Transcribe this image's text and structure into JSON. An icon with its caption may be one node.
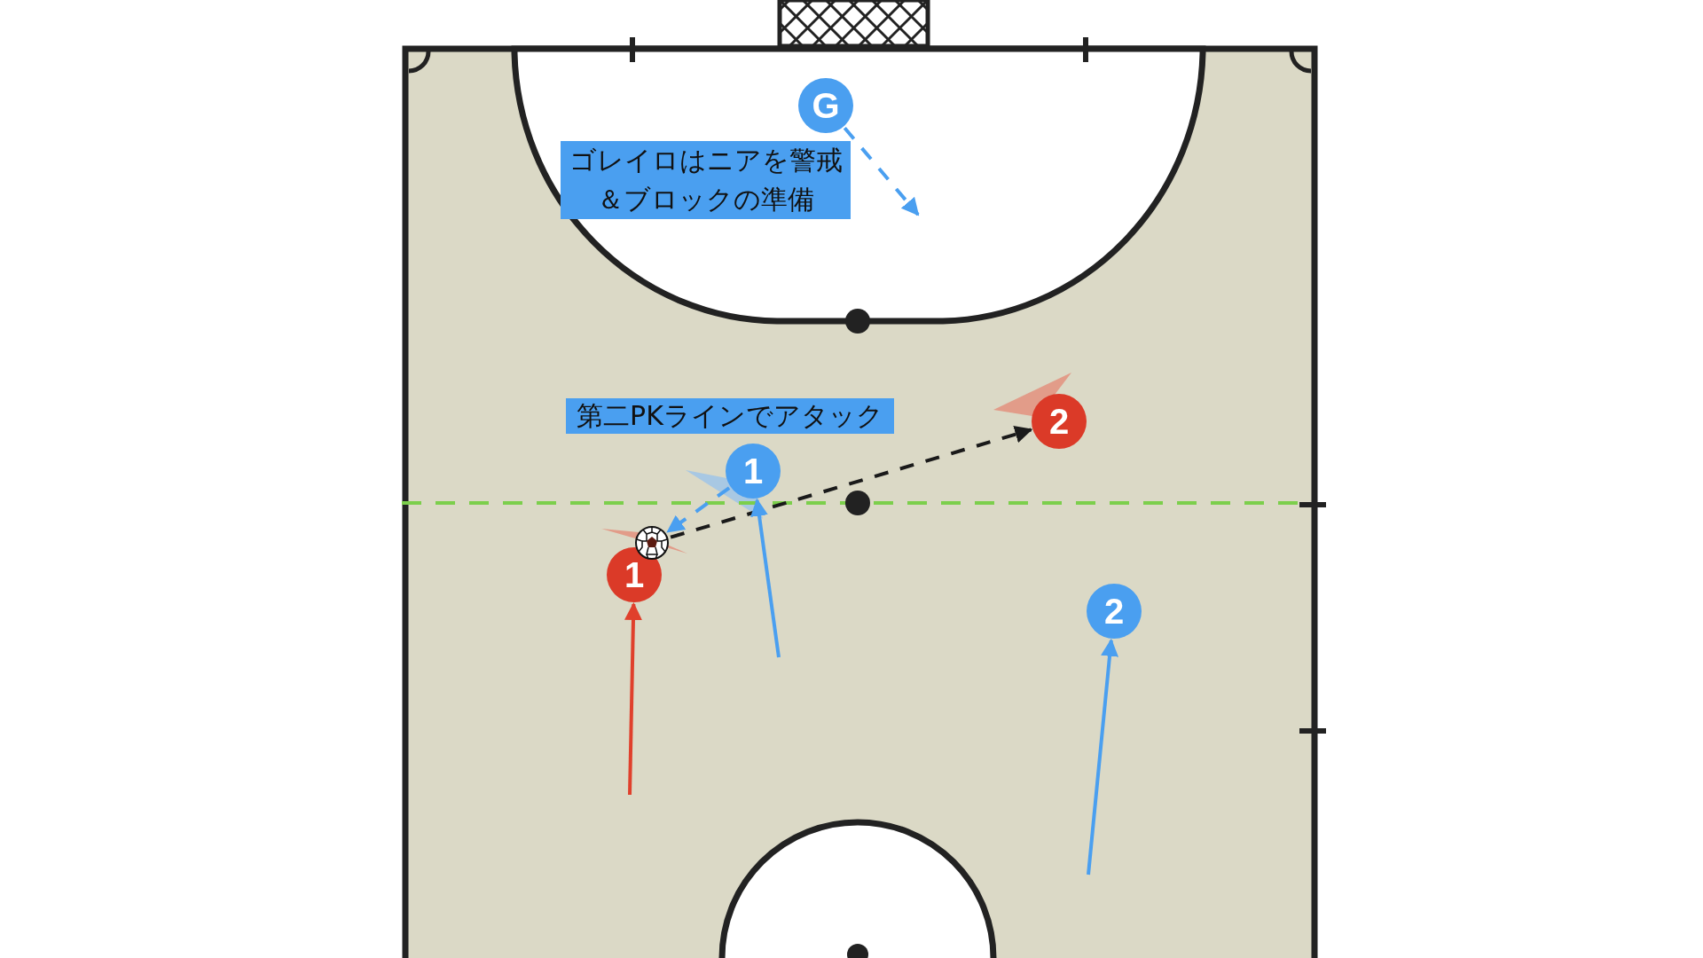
{
  "diagram": {
    "nodes": [
      {
        "text": [
          "G"
        ]
      },
      {
        "text": [
          "1"
        ]
      },
      {
        "text": [
          "2"
        ]
      },
      {
        "text": [
          "1"
        ]
      },
      {
        "text": [
          "2"
        ]
      },
      {
        "text": [],
        "shape": "picture"
      }
    ],
    "edges": [
      {
        "from": 0,
        "to": null,
        "arrow": "to",
        "style": "dashed"
      },
      {
        "from": 1,
        "to": 5,
        "arrow": "to",
        "style": "dashed"
      },
      {
        "from": 5,
        "to": 2,
        "arrow": "to",
        "style": "dashed",
        "color": "#1a1a1a"
      },
      {
        "from": null,
        "to": 3,
        "arrow": "to",
        "color": "#e0402c"
      },
      {
        "from": null,
        "to": 1,
        "arrow": "to"
      },
      {
        "from": null,
        "to": 4,
        "arrow": "to"
      }
    ],
    "labels": [
      "ゴレイロはニアを警戒＆ブロックの準備",
      "第二PKラインでアタック"
    ]
  }
}
